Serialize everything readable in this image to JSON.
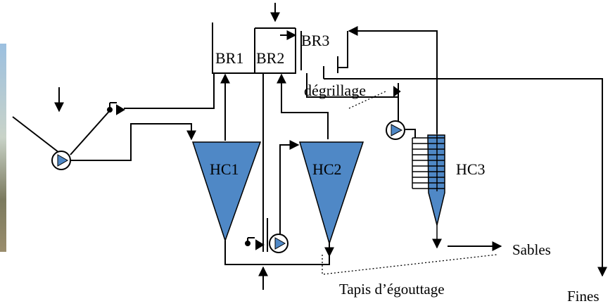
{
  "diagram": {
    "labels": {
      "br1": "BR1",
      "br2": "BR2",
      "br3": "BR3",
      "degrillage": "dégrillage",
      "hc1": "HC1",
      "hc2": "HC2",
      "hc3": "HC3",
      "sables": "Sables",
      "tapis": "Tapis d’égouttage",
      "fines": "Fines"
    },
    "colors": {
      "cone_fill": "#4f88c6",
      "line": "#000000",
      "photo_sky": "#9cc0e0",
      "photo_ground": "#7b7a5e"
    },
    "icons": [
      "pump-icon",
      "valve-icon",
      "arrow-icon"
    ]
  }
}
